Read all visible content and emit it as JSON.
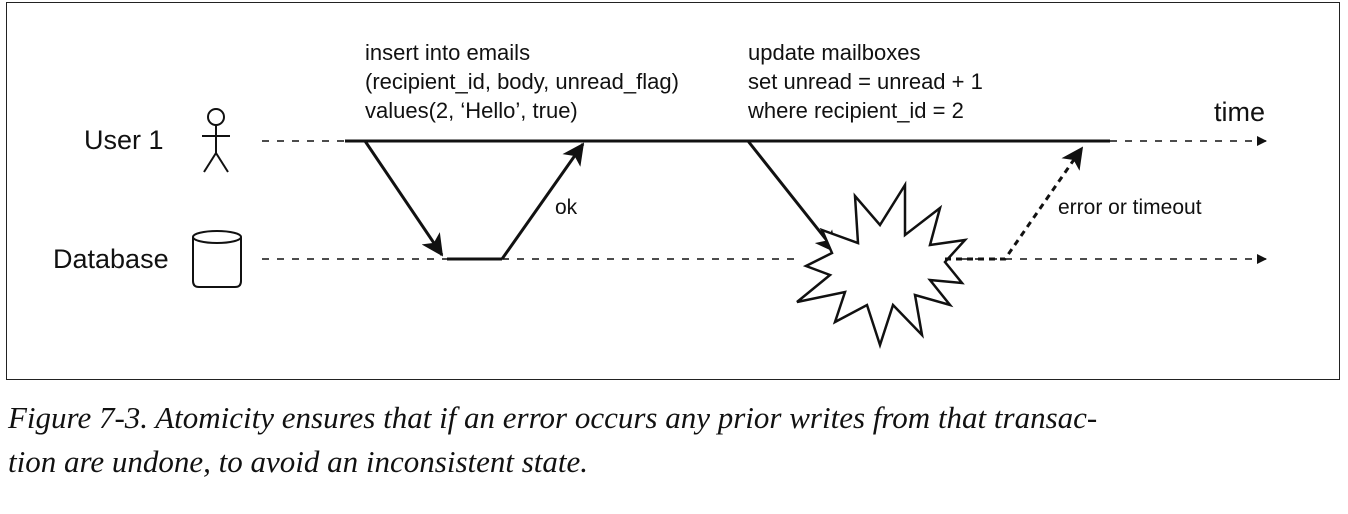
{
  "diagram": {
    "actors": {
      "user": "User 1",
      "database": "Database"
    },
    "time_label": "time",
    "query1": [
      "insert into emails",
      "(recipient_id, body, unread_flag)",
      "values(2, ‘Hello’, true)"
    ],
    "query2": [
      "update mailboxes",
      "set unread = unread + 1",
      "where recipient_id = 2"
    ],
    "ok_label": "ok",
    "error_label": "error or timeout"
  },
  "caption": {
    "line1": "Figure 7-3. Atomicity ensures that if an error occurs any prior writes from that transac-",
    "line2": "tion are undone, to avoid an inconsistent state."
  }
}
